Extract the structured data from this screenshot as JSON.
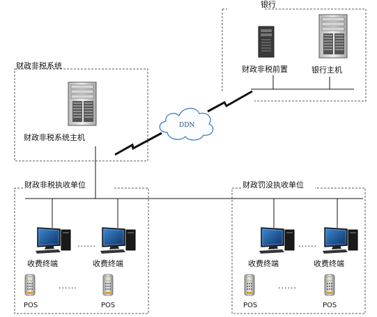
{
  "bank": {
    "title": "银行",
    "front_server_label": "财政非税前置",
    "host_label": "银行主机"
  },
  "fiscal_system": {
    "title": "财政非税系统",
    "host_label": "财政非税系统主机"
  },
  "network": {
    "label": "DDN"
  },
  "left_unit": {
    "title": "财政非税执收单位",
    "terminal_labels": [
      "收费终端",
      "收费终端"
    ],
    "pos_labels": [
      "POS",
      "POS"
    ],
    "terminal_ellipsis": "......",
    "pos_ellipsis": "......"
  },
  "right_unit": {
    "title": "财政罚没执收单位",
    "terminal_labels": [
      "收费终端",
      "收费终端"
    ],
    "pos_labels": [
      "POS",
      "POS"
    ],
    "terminal_ellipsis": "......",
    "pos_ellipsis": "......"
  },
  "colors": {
    "box_border": "#555555",
    "line": "#111111",
    "cloud_stroke": "#2f74c0",
    "monitor_screen": "#1d4f8a"
  },
  "icons": [
    "server-icon",
    "cloud-icon",
    "computer-icon",
    "pos-terminal-icon"
  ]
}
